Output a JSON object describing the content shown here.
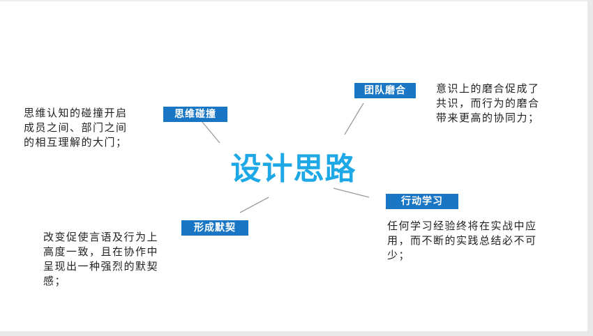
{
  "center": {
    "title": "设计思路"
  },
  "nodes": {
    "team": {
      "label": "团队磨合",
      "text": "意识上的磨合促成了\n共识，而行为的磨合\n带来更高的协同力；"
    },
    "thinking": {
      "label": "思维碰撞",
      "text": "思维认知的碰撞开启\n成员之间、部门之间\n的相互理解的大门；"
    },
    "action": {
      "label": "行动学习",
      "text": "任何学习经验终将在实战中应\n用，而不断的实践总结必不可\n少；"
    },
    "tacit": {
      "label": "形成默契",
      "text": "改变促使言语及行为上\n高度一致，且在协作中\n呈现出一种强烈的默契\n感；"
    }
  },
  "colors": {
    "center_text": "#1ea8e6",
    "tag_background": "#1976c4",
    "tag_text": "#ffffff",
    "connector": "#9a9a9a"
  }
}
